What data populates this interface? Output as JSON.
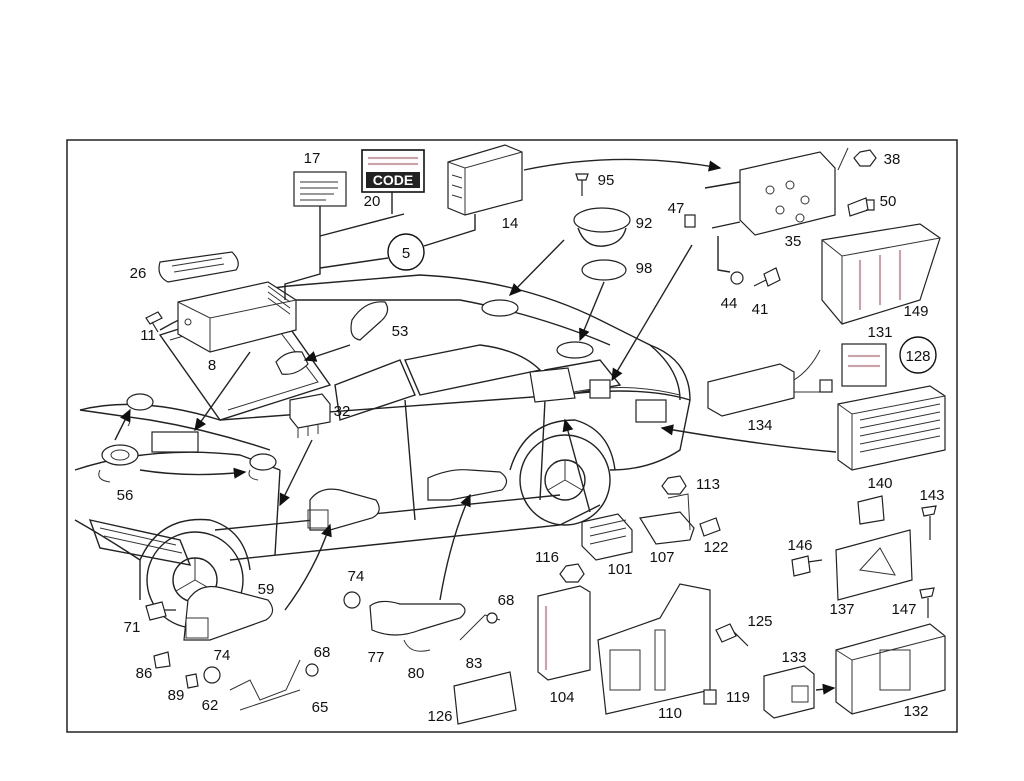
{
  "diagram": {
    "code_card_text": "CODE",
    "callouts": [
      "5",
      "8",
      "11",
      "14",
      "17",
      "20",
      "26",
      "32",
      "35",
      "38",
      "41",
      "44",
      "47",
      "50",
      "53",
      "56",
      "59",
      "62",
      "65",
      "68",
      "68",
      "71",
      "74",
      "74",
      "77",
      "80",
      "83",
      "86",
      "89",
      "92",
      "95",
      "98",
      "101",
      "104",
      "107",
      "110",
      "113",
      "116",
      "119",
      "122",
      "125",
      "126",
      "128",
      "131",
      "132",
      "133",
      "134",
      "137",
      "140",
      "143",
      "146",
      "147",
      "149"
    ]
  }
}
